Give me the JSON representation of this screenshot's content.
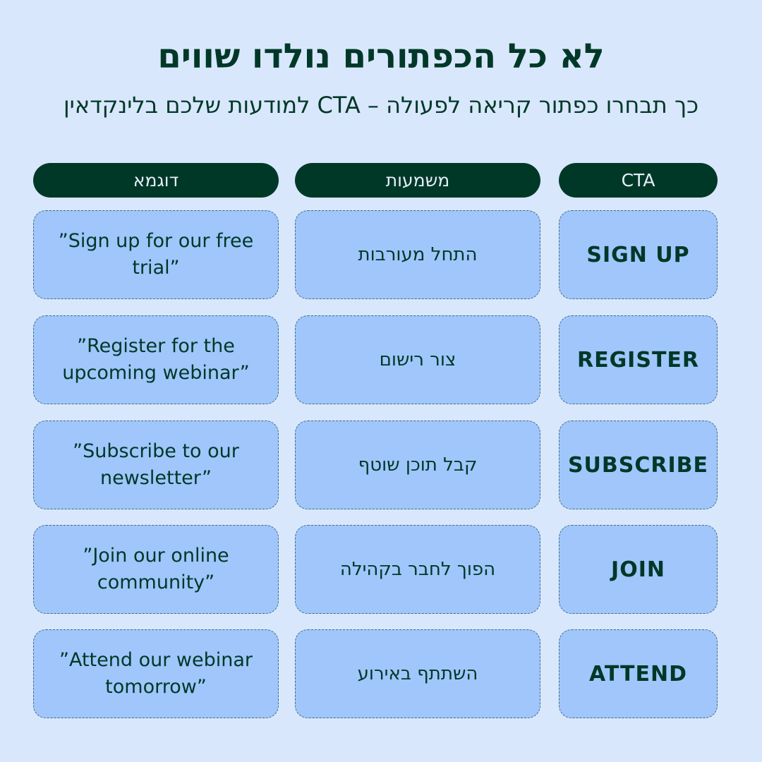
{
  "title": "לא כל הכפתורים נולדו שווים",
  "subtitle": "כך תבחרו כפתור קריאה לפעולה – CTA למודעות שלכם בלינקדאין",
  "headers": {
    "example": "דוגמא",
    "meaning": "משמעות",
    "cta": "CTA"
  },
  "rows": [
    {
      "cta": "SIGN UP",
      "meaning": "התחל מעורבות",
      "example": "”Sign up for our free trial”"
    },
    {
      "cta": "REGISTER",
      "meaning": "צור רישום",
      "example": "”Register for the upcoming webinar”"
    },
    {
      "cta": "SUBSCRIBE",
      "meaning": "קבל תוכן שוטף",
      "example": "”Subscribe to our newsletter”"
    },
    {
      "cta": "JOIN",
      "meaning": "הפוך לחבר בקהילה",
      "example": "”Join our online community”"
    },
    {
      "cta": "ATTEND",
      "meaning": "השתתף באירוע",
      "example": "”Attend our webinar tomorrow”"
    }
  ],
  "colors": {
    "background": "#d9e7fd",
    "cell": "#a0c6fc",
    "dark": "#003827"
  }
}
